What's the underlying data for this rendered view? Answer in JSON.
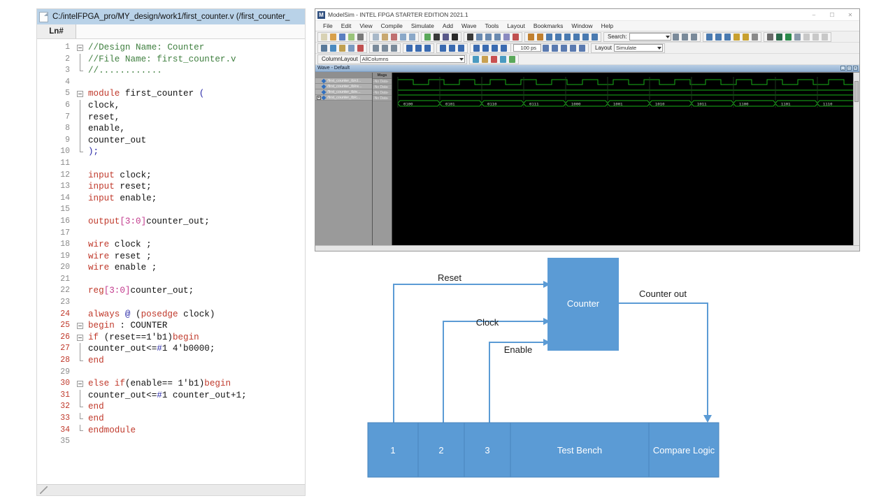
{
  "editor": {
    "title": "C:/intelFPGA_pro/MY_design/work1/first_counter.v (/first_counter_",
    "column_header": "Ln#",
    "file_icon": "file-icon",
    "lines": [
      {
        "n": "1",
        "fold": "start",
        "tokens": [
          {
            "t": "//Design Name: Counter",
            "c": "cm"
          }
        ]
      },
      {
        "n": "2",
        "fold": "mid",
        "tokens": [
          {
            "t": "//File Name: first_counter.v",
            "c": "cm"
          }
        ]
      },
      {
        "n": "3",
        "fold": "end",
        "tokens": [
          {
            "t": "//............",
            "c": "cm"
          }
        ]
      },
      {
        "n": "4",
        "fold": "",
        "tokens": []
      },
      {
        "n": "5",
        "fold": "start",
        "tokens": [
          {
            "t": "module ",
            "c": "k"
          },
          {
            "t": "first_counter ",
            "c": "nm"
          },
          {
            "t": "(",
            "c": "op"
          }
        ]
      },
      {
        "n": "6",
        "fold": "bar",
        "tokens": [
          {
            "t": "clock,",
            "c": "nm"
          }
        ]
      },
      {
        "n": "7",
        "fold": "bar",
        "tokens": [
          {
            "t": "reset,",
            "c": "nm"
          }
        ]
      },
      {
        "n": "8",
        "fold": "bar",
        "tokens": [
          {
            "t": "enable,",
            "c": "nm"
          }
        ]
      },
      {
        "n": "9",
        "fold": "bar",
        "tokens": [
          {
            "t": "counter_out",
            "c": "nm"
          }
        ]
      },
      {
        "n": "10",
        "fold": "end",
        "tokens": [
          {
            "t": ");",
            "c": "op"
          }
        ]
      },
      {
        "n": "11",
        "fold": "",
        "tokens": []
      },
      {
        "n": "12",
        "fold": "",
        "tokens": [
          {
            "t": "input ",
            "c": "k"
          },
          {
            "t": "clock;",
            "c": "nm"
          }
        ]
      },
      {
        "n": "13",
        "fold": "",
        "tokens": [
          {
            "t": "input ",
            "c": "k"
          },
          {
            "t": "reset;",
            "c": "nm"
          }
        ]
      },
      {
        "n": "14",
        "fold": "",
        "tokens": [
          {
            "t": "input ",
            "c": "k"
          },
          {
            "t": "enable;",
            "c": "nm"
          }
        ]
      },
      {
        "n": "15",
        "fold": "",
        "tokens": []
      },
      {
        "n": "16",
        "fold": "",
        "tokens": [
          {
            "t": "output",
            "c": "k"
          },
          {
            "t": "[3:0]",
            "c": "num"
          },
          {
            "t": "counter_out;",
            "c": "nm"
          }
        ]
      },
      {
        "n": "17",
        "fold": "",
        "tokens": []
      },
      {
        "n": "18",
        "fold": "",
        "tokens": [
          {
            "t": "wire ",
            "c": "k"
          },
          {
            "t": "clock ;",
            "c": "nm"
          }
        ]
      },
      {
        "n": "19",
        "fold": "",
        "tokens": [
          {
            "t": "wire ",
            "c": "k"
          },
          {
            "t": "reset ;",
            "c": "nm"
          }
        ]
      },
      {
        "n": "20",
        "fold": "",
        "tokens": [
          {
            "t": "wire ",
            "c": "k"
          },
          {
            "t": "enable ;",
            "c": "nm"
          }
        ]
      },
      {
        "n": "21",
        "fold": "",
        "tokens": []
      },
      {
        "n": "22",
        "fold": "",
        "tokens": [
          {
            "t": "reg",
            "c": "k"
          },
          {
            "t": "[3:0]",
            "c": "num"
          },
          {
            "t": "counter_out;",
            "c": "nm"
          }
        ]
      },
      {
        "n": "23",
        "fold": "",
        "tokens": []
      },
      {
        "n": "24",
        "fold": "",
        "tokens": [
          {
            "t": "always ",
            "c": "k"
          },
          {
            "t": "@",
            "c": "op"
          },
          {
            "t": " (",
            "c": "nm"
          },
          {
            "t": "posedge ",
            "c": "k"
          },
          {
            "t": "clock)",
            "c": "nm"
          }
        ]
      },
      {
        "n": "25",
        "fold": "start",
        "tokens": [
          {
            "t": "begin ",
            "c": "k"
          },
          {
            "t": ": COUNTER",
            "c": "nm"
          }
        ]
      },
      {
        "n": "26",
        "fold": "start",
        "tokens": [
          {
            "t": "if ",
            "c": "k"
          },
          {
            "t": "(reset==1'b1)",
            "c": "nm"
          },
          {
            "t": "begin",
            "c": "k"
          }
        ]
      },
      {
        "n": "27",
        "fold": "bar",
        "tokens": [
          {
            "t": "counter_out<=",
            "c": "nm"
          },
          {
            "t": "#",
            "c": "op"
          },
          {
            "t": "1 4'b0000;",
            "c": "nm"
          }
        ]
      },
      {
        "n": "28",
        "fold": "end",
        "tokens": [
          {
            "t": "end",
            "c": "k"
          }
        ]
      },
      {
        "n": "29",
        "fold": "",
        "tokens": []
      },
      {
        "n": "30",
        "fold": "start",
        "tokens": [
          {
            "t": "else if",
            "c": "k"
          },
          {
            "t": "(enable== 1'b1)",
            "c": "nm"
          },
          {
            "t": "begin",
            "c": "k"
          }
        ]
      },
      {
        "n": "31",
        "fold": "bar",
        "tokens": [
          {
            "t": "counter_out<=",
            "c": "nm"
          },
          {
            "t": "#",
            "c": "op"
          },
          {
            "t": "1 counter_out+1;",
            "c": "nm"
          }
        ]
      },
      {
        "n": "32",
        "fold": "end",
        "tokens": [
          {
            "t": "end",
            "c": "k"
          }
        ]
      },
      {
        "n": "33",
        "fold": "end",
        "tokens": [
          {
            "t": "end",
            "c": "k"
          }
        ]
      },
      {
        "n": "34",
        "fold": "end",
        "tokens": [
          {
            "t": "endmodule",
            "c": "k"
          }
        ]
      },
      {
        "n": "35",
        "fold": "",
        "tokens": []
      }
    ],
    "highlighted_line_numbers": [
      "24",
      "25",
      "26",
      "27",
      "28",
      "30",
      "31",
      "32",
      "33",
      "34"
    ],
    "status_grip": "resize-grip-icon"
  },
  "modelsim": {
    "title": "ModelSim - INTEL FPGA STARTER EDITION 2021.1",
    "logo": "modelsim-logo-icon",
    "window_buttons": [
      {
        "name": "minimize-button",
        "glyph": "–"
      },
      {
        "name": "maximize-button",
        "glyph": "❐"
      },
      {
        "name": "close-button",
        "glyph": "✕"
      }
    ],
    "menu": [
      "File",
      "Edit",
      "View",
      "Compile",
      "Simulate",
      "Add",
      "Wave",
      "Tools",
      "Layout",
      "Bookmarks",
      "Window",
      "Help"
    ],
    "search": {
      "label": "Search:",
      "value": "",
      "placeholder": ""
    },
    "layout": {
      "label": "Layout",
      "value": "Simulate"
    },
    "column_layout": {
      "label": "ColumnLayout",
      "value": "AllColumns"
    },
    "run_time": {
      "value": "100 ps"
    },
    "wave_panel": {
      "title": "Wave - Default",
      "msgs_header": "Msgs",
      "panel_buttons": [
        "minimize-icon",
        "restore-icon",
        "close-icon"
      ],
      "signals": [
        {
          "name": "/first_counter_tb/cl...",
          "value": "-No Data-",
          "expandable": false
        },
        {
          "name": "/first_counter_tb/re...",
          "value": "-No Data-",
          "expandable": false
        },
        {
          "name": "/first_counter_tb/e...",
          "value": "-No Data-",
          "expandable": false
        },
        {
          "name": "/first_counter_tb/c...",
          "value": "-No Data-",
          "expandable": true
        }
      ],
      "bus_values": [
        "0100",
        "0101",
        "0110",
        "0111",
        "1000",
        "1001",
        "1010",
        "1011",
        "1100",
        "1101",
        "1110"
      ]
    }
  },
  "diagram": {
    "accent_color": "#5B9BD5",
    "wire_color": "#5B9BD5",
    "counter_block": "Counter",
    "wire_labels": {
      "reset": "Reset",
      "clock": "Clock",
      "enable": "Enable",
      "counter_out": "Counter out"
    },
    "bottom_blocks": [
      {
        "label": "1"
      },
      {
        "label": "2"
      },
      {
        "label": "3"
      },
      {
        "label": "Test Bench"
      },
      {
        "label": "Compare Logic"
      }
    ]
  }
}
